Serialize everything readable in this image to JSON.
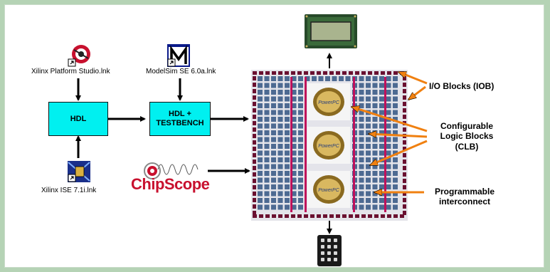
{
  "tools": {
    "xps_label": "Xilinx Platform Studio.lnk",
    "modelsim_label": "ModelSim SE 6.0a.lnk",
    "ise_label": "Xilinx ISE 7.1i.lnk"
  },
  "boxes": {
    "hdl": "HDL",
    "testbench_line1": "HDL +",
    "testbench_line2": "TESTBENCH"
  },
  "chipscope": {
    "logo_text": "ChipScope"
  },
  "callouts": {
    "iob": "I/O Blocks (IOB)",
    "clb_line1": "Configurable",
    "clb_line2": "Logic Blocks",
    "clb_line3": "(CLB)",
    "interconnect_line1": "Programmable",
    "interconnect_line2": "interconnect"
  },
  "colors": {
    "background": "#b5d3b5",
    "box_fill": "#00f0f0",
    "clb_block": "#4d6a92",
    "iob_block": "#6a1030",
    "interconnect": "#c0105a",
    "callout_arrow": "#f08010",
    "chipscope_red": "#c8102e"
  },
  "icons": {
    "xps": "xilinx-platform-studio-icon",
    "modelsim": "modelsim-icon",
    "ise": "xilinx-ise-icon",
    "lcd": "lcd-display-icon",
    "keypad": "keypad-icon"
  }
}
